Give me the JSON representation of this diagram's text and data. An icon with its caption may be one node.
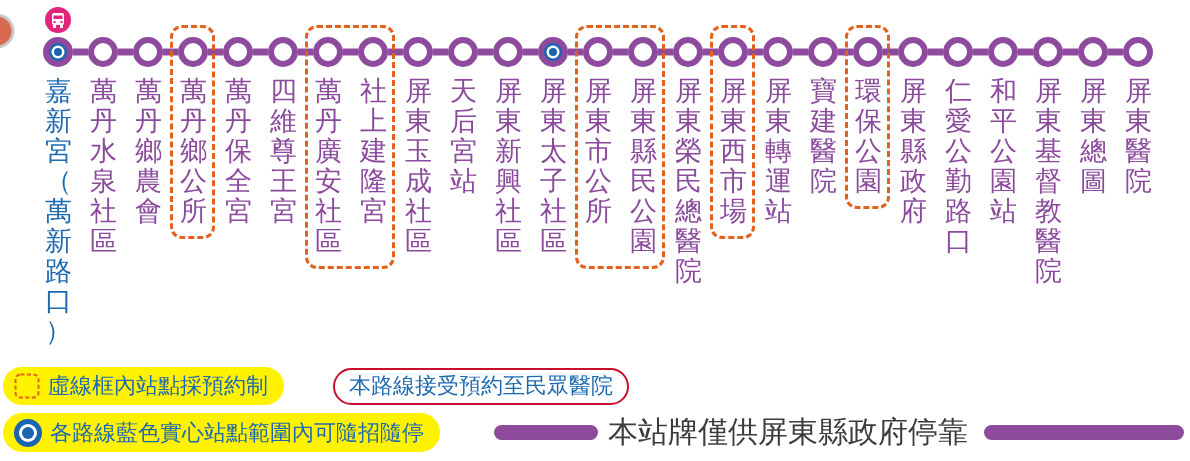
{
  "diagram": {
    "nodes": [
      {
        "text": [
          "嘉新宮（萬新路口）"
        ]
      },
      {
        "text": [
          "萬丹水泉社區"
        ]
      },
      {
        "text": [
          "萬丹鄉農會"
        ]
      },
      {
        "text": [],
        "shape": "box"
      },
      {
        "text": [
          "萬丹鄉公所"
        ],
        "in": 3
      },
      {
        "text": [
          "萬丹保全宮"
        ]
      },
      {
        "text": [
          "四維尊王宮"
        ]
      },
      {
        "text": [],
        "shape": "box"
      },
      {
        "text": [
          "萬丹廣安社區"
        ],
        "in": 7
      },
      {
        "text": [
          "社上建隆宮"
        ],
        "in": 7
      },
      {
        "text": [
          "屏東玉成社區"
        ]
      },
      {
        "text": [
          "天后宮站"
        ]
      },
      {
        "text": [
          "屏東新興社區"
        ]
      },
      {
        "text": [
          "屏東太子社區"
        ]
      },
      {
        "text": [],
        "shape": "box"
      },
      {
        "text": [
          "屏東市公所"
        ],
        "in": 14
      },
      {
        "text": [
          "屏東縣民公園"
        ],
        "in": 14
      },
      {
        "text": [
          "屏東榮民總醫院"
        ]
      },
      {
        "text": [],
        "shape": "box"
      },
      {
        "text": [
          "屏東西市場"
        ],
        "in": 18
      },
      {
        "text": [
          "屏東轉運站"
        ]
      },
      {
        "text": [
          "寶建醫院"
        ]
      },
      {
        "text": [],
        "shape": "box"
      },
      {
        "text": [
          "環保公園"
        ],
        "in": 22
      },
      {
        "text": [
          "屏東縣政府"
        ]
      },
      {
        "text": [
          "仁愛公勤路口"
        ]
      },
      {
        "text": [
          "和平公園站"
        ]
      },
      {
        "text": [
          "屏東基督教醫院"
        ]
      },
      {
        "text": [
          "屏東總圖"
        ]
      },
      {
        "text": [
          "屏東醫院"
        ]
      }
    ],
    "edges": [
      {
        "from": 0,
        "to": 1,
        "arrow": "none"
      },
      {
        "from": 1,
        "to": 2,
        "arrow": "none"
      },
      {
        "from": 2,
        "to": 4,
        "arrow": "none"
      },
      {
        "from": 4,
        "to": 5,
        "arrow": "none"
      },
      {
        "from": 5,
        "to": 6,
        "arrow": "none"
      },
      {
        "from": 6,
        "to": 8,
        "arrow": "none"
      },
      {
        "from": 8,
        "to": 9,
        "arrow": "none"
      },
      {
        "from": 9,
        "to": 10,
        "arrow": "none"
      },
      {
        "from": 10,
        "to": 11,
        "arrow": "none"
      },
      {
        "from": 11,
        "to": 12,
        "arrow": "none"
      },
      {
        "from": 12,
        "to": 13,
        "arrow": "none"
      },
      {
        "from": 13,
        "to": 15,
        "arrow": "none"
      },
      {
        "from": 15,
        "to": 16,
        "arrow": "none"
      },
      {
        "from": 16,
        "to": 17,
        "arrow": "none"
      },
      {
        "from": 17,
        "to": 19,
        "arrow": "none"
      },
      {
        "from": 19,
        "to": 20,
        "arrow": "none"
      },
      {
        "from": 20,
        "to": 21,
        "arrow": "none"
      },
      {
        "from": 21,
        "to": 23,
        "arrow": "none"
      },
      {
        "from": 23,
        "to": 24,
        "arrow": "none"
      },
      {
        "from": 24,
        "to": 25,
        "arrow": "none"
      },
      {
        "from": 25,
        "to": 26,
        "arrow": "none"
      },
      {
        "from": 26,
        "to": 27,
        "arrow": "none"
      },
      {
        "from": 27,
        "to": 28,
        "arrow": "none"
      },
      {
        "from": 28,
        "to": 29,
        "arrow": "none"
      }
    ],
    "labels": [
      "本路線接受預約至民眾醫院",
      "本站牌僅供屏東縣政府停靠"
    ],
    "legend": [
      {
        "text": "虛線框內站點採預約制"
      },
      {
        "text": "各路線藍色實心站點範圍內可隨招隨停"
      }
    ]
  }
}
